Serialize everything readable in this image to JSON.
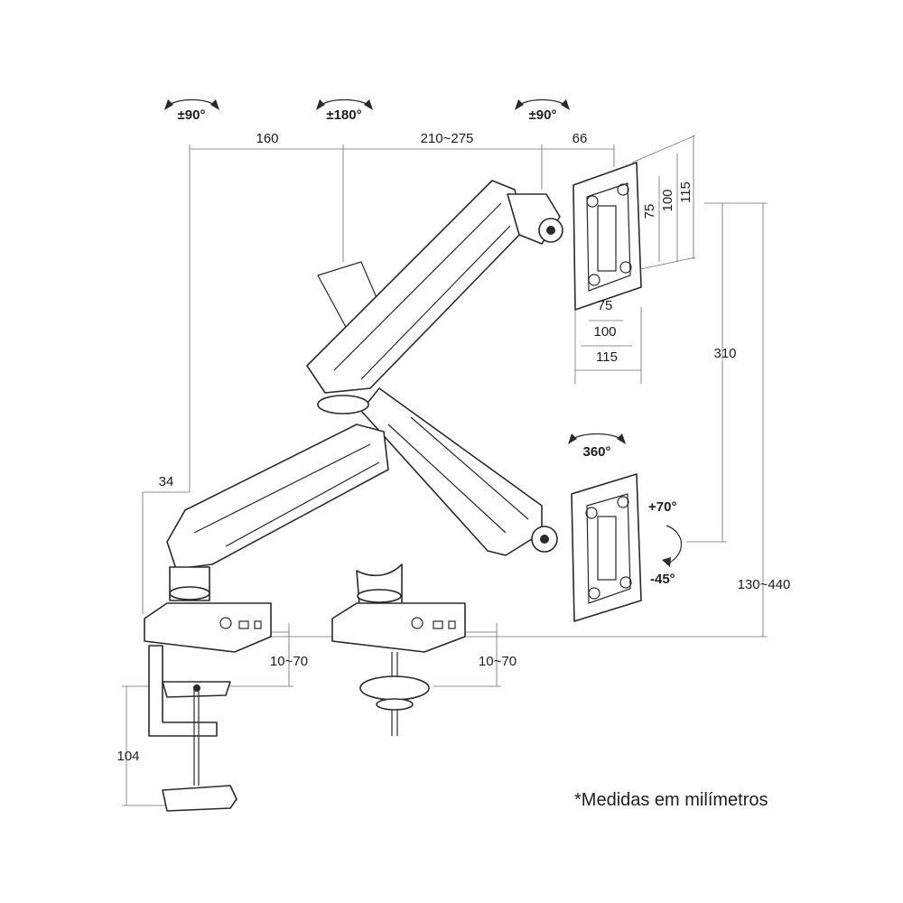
{
  "rotations": {
    "arm_base": "±90°",
    "arm_elbow": "±180°",
    "head": "±90°",
    "vesa_spin": "360°",
    "tilt_up": "+70°",
    "tilt_down": "-45°"
  },
  "dimensions": {
    "lower_arm": "160",
    "upper_arm": "210~275",
    "head_offset": "66",
    "vesa_h_75": "75",
    "vesa_h_100": "100",
    "vesa_h_115": "115",
    "vesa_v_75": "75",
    "vesa_v_100": "100",
    "vesa_v_115": "115",
    "vertical_travel": "310",
    "height_range": "130~440",
    "base_offset": "34",
    "clamp_range": "10~70",
    "grommet_range": "10~70",
    "clamp_depth": "104"
  },
  "footnote": "*Medidas em milímetros"
}
